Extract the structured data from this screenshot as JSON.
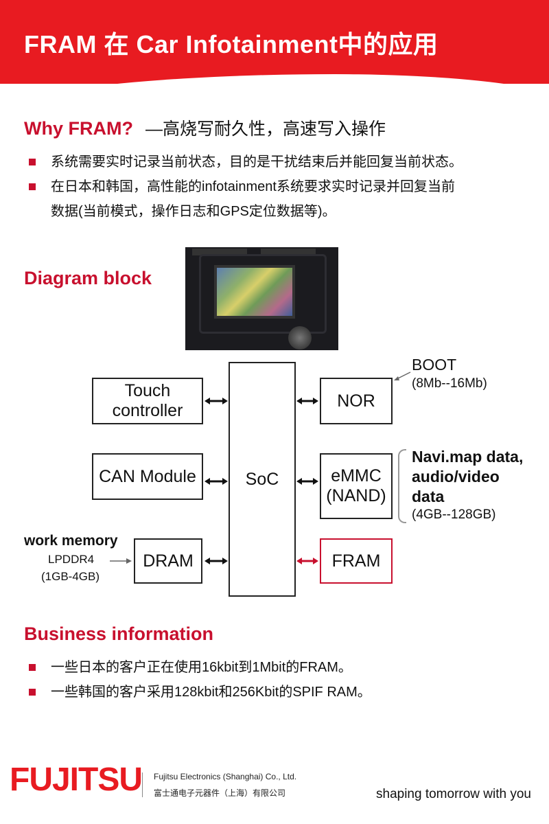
{
  "header": {
    "title": "FRAM 在 Car Infotainment中的应用"
  },
  "why": {
    "heading": "Why FRAM?",
    "subtitle": "—高烧写耐久性，高速写入操作",
    "bullets": [
      "系统需要实时记录当前状态，目的是干扰结束后并能回复当前状态。",
      "在日本和韩国，高性能的infotainment系统要求实时记录并回复当前",
      "数据(当前模式，操作日志和GPS定位数据等)。"
    ]
  },
  "diagram": {
    "heading": "Diagram block",
    "boxes": {
      "touch": [
        "Touch",
        "controller"
      ],
      "can": "CAN Module",
      "dram": "DRAM",
      "soc": "SoC",
      "nor": "NOR",
      "emmc": [
        "eMMC",
        "(NAND)"
      ],
      "fram": "FRAM"
    },
    "annotations": {
      "boot_title": "BOOT",
      "boot_size": "(8Mb--16Mb)",
      "navi_line1": "Navi.map data,",
      "navi_line2": "audio/video",
      "navi_line3": "data",
      "navi_size": "(4GB--128GB)",
      "work_memory": "work memory",
      "lpddr": "LPDDR4",
      "dram_size": "(1GB-4GB)"
    },
    "colors": {
      "normal_arrow": "#111111",
      "fram_arrow": "#c8102e"
    }
  },
  "business": {
    "heading": "Business information",
    "bullets": [
      "一些日本的客户正在使用16kbit到1Mbit的FRAM。",
      "一些韩国的客户采用128kbit和256Kbit的SPIF RAM。"
    ]
  },
  "footer": {
    "logo": "FUJITSU",
    "company_en": "Fujitsu Electronics (Shanghai) Co., Ltd.",
    "company_cn": "富士通电子元器件（上海）有限公司",
    "slogan": "shaping tomorrow with you"
  },
  "theme": {
    "accent": "#e81b21",
    "heading_red": "#c8102e"
  }
}
